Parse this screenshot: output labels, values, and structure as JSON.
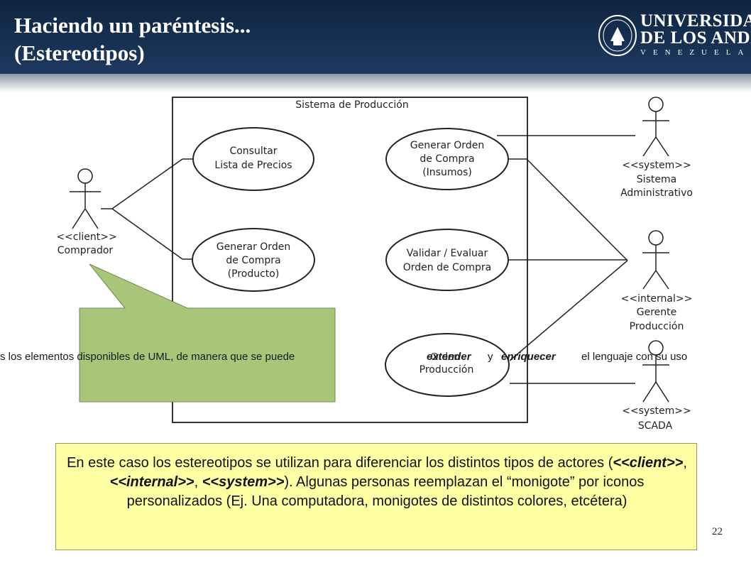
{
  "slide": {
    "title_line1": "Haciendo un paréntesis...",
    "title_line2": "(Estereotipos)",
    "page_number": "22"
  },
  "logo": {
    "line1": "UNIVERSIDAD",
    "line2": "DE LOS ANDES",
    "line3": "VENEZUELA"
  },
  "diagram": {
    "system_title": "Sistema de Producción",
    "use_cases": {
      "consultar": [
        "Consultar",
        "Lista de Precios"
      ],
      "generar_producto": [
        "Generar Orden",
        "de Compra",
        "(Producto)"
      ],
      "generar_insumos": [
        "Generar Orden",
        "de Compra",
        "(Insumos)"
      ],
      "validar": [
        "Validar / Evaluar",
        "Orden de Compra"
      ],
      "produccion_bottom": "Producción"
    },
    "actors": {
      "comprador": [
        "<<client>>",
        "Comprador"
      ],
      "sistema_admin": [
        "<<system>>",
        "Sistema",
        "Administrativo"
      ],
      "gerente": [
        "<<internal>>",
        "Gerente",
        "Producción"
      ],
      "scada": [
        "<<system>>",
        "SCADA"
      ]
    }
  },
  "overlay_strip": {
    "text_part1": "s los elementos disponibles de UML, de manera que se puede ",
    "extender": "extender",
    "text_part2": " y ",
    "enriquecer": "enriquecer",
    "text_part3": " el lenguaje con su uso",
    "underlying_label": "Orden"
  },
  "note": {
    "text1": "En este caso los estereotipos se utilizan para diferenciar los distintos tipos de actores (",
    "client": "<<client>>",
    "sep1": ", ",
    "internal": "<<internal>>",
    "sep2": ", ",
    "system": "<<system>>",
    "text2": "). Algunas personas reemplazan el “monigote” por iconos personalizados (Ej. Una computadora, monigotes de distintos colores, etcétera)"
  },
  "colors": {
    "header_bg": "#1d3a60",
    "callout_fill": "#a8c67a",
    "note_fill": "#ffffa3"
  }
}
